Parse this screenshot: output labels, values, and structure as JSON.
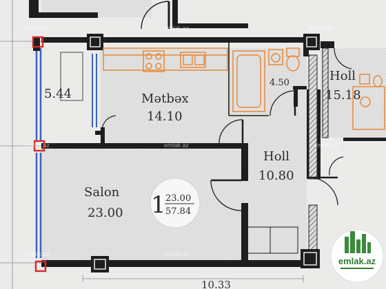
{
  "rooms": {
    "loggia": {
      "area": "5.44"
    },
    "kitchen": {
      "name": "Mətbəx",
      "area": "14.10"
    },
    "bathroom": {
      "area": "4.50"
    },
    "hall_right": {
      "name": "Holl",
      "area": "15.18"
    },
    "hall": {
      "name": "Holl",
      "area": "10.80"
    },
    "salon": {
      "name": "Salon",
      "area": "23.00"
    }
  },
  "unit_badge": {
    "rooms": "1",
    "living_area": "23.00",
    "total_area": "57.84"
  },
  "dimension_bottom": "10.33",
  "watermark": "emlak.az",
  "logo": {
    "name": "emlak.az"
  },
  "colors": {
    "wall": "#1e1e1e",
    "paper": "#ebebea",
    "fixture": "#e98a3a",
    "window": "#3f62c0",
    "column_marker": "#d62828",
    "logo_green": "#2f7d2f"
  }
}
